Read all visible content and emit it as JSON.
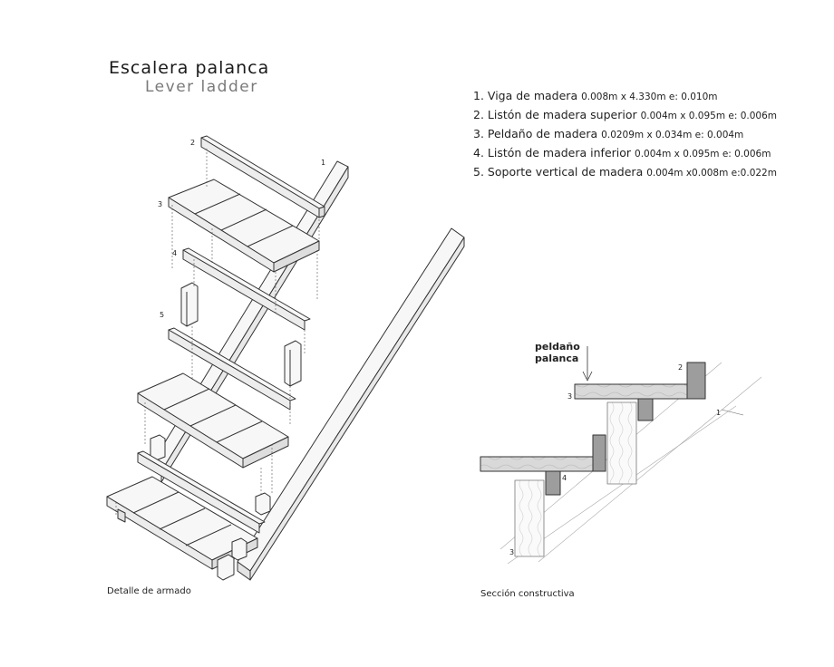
{
  "header": {
    "title": "Escalera palanca",
    "subtitle": "Lever ladder"
  },
  "legend": [
    {
      "num": "1.",
      "name": "Viga de madera",
      "dims": "0.008m x 4.330m e: 0.010m"
    },
    {
      "num": "2.",
      "name": "Listón de madera superior",
      "dims": "0.004m x 0.095m e: 0.006m"
    },
    {
      "num": "3.",
      "name": "Peldaño de madera",
      "dims": "0.0209m x 0.034m e: 0.004m"
    },
    {
      "num": "4.",
      "name": "Listón de madera inferior",
      "dims": "0.004m x 0.095m e: 0.006m"
    },
    {
      "num": "5.",
      "name": "Soporte vertical de madera",
      "dims": "0.004m x0.008m e:0.022m"
    }
  ],
  "exploded": {
    "caption": "Detalle de armado",
    "labels": [
      "1",
      "2",
      "3",
      "4",
      "5"
    ]
  },
  "section": {
    "caption": "Sección constructiva",
    "callout_line1": "peldaño",
    "callout_line2": "palanca",
    "labels": {
      "beam": "1",
      "upper_strip": "2",
      "tread": "3",
      "lower_strip": "4",
      "support": "3"
    }
  },
  "colors": {
    "line": "#333333",
    "fill": "#f7f7f7",
    "wood": "#d6d6d6",
    "dark": "#9a9a9a"
  }
}
